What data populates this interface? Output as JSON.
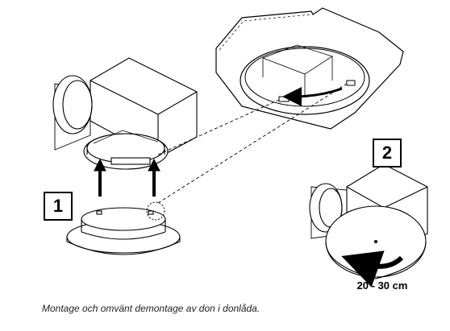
{
  "steps": {
    "step1_label": "1",
    "step2_label": "2"
  },
  "distance_label": "20 - 30 cm",
  "caption": "Montage och omvänt demontage av don i donlåda.",
  "colors": {
    "line": "#000000",
    "background": "#ffffff"
  },
  "icons": {
    "lift_arrows": "double-up-arrow-icon",
    "slide_arrow": "curved-left-arrow-icon",
    "rotate_arrow": "curved-rotate-arrow-icon"
  }
}
